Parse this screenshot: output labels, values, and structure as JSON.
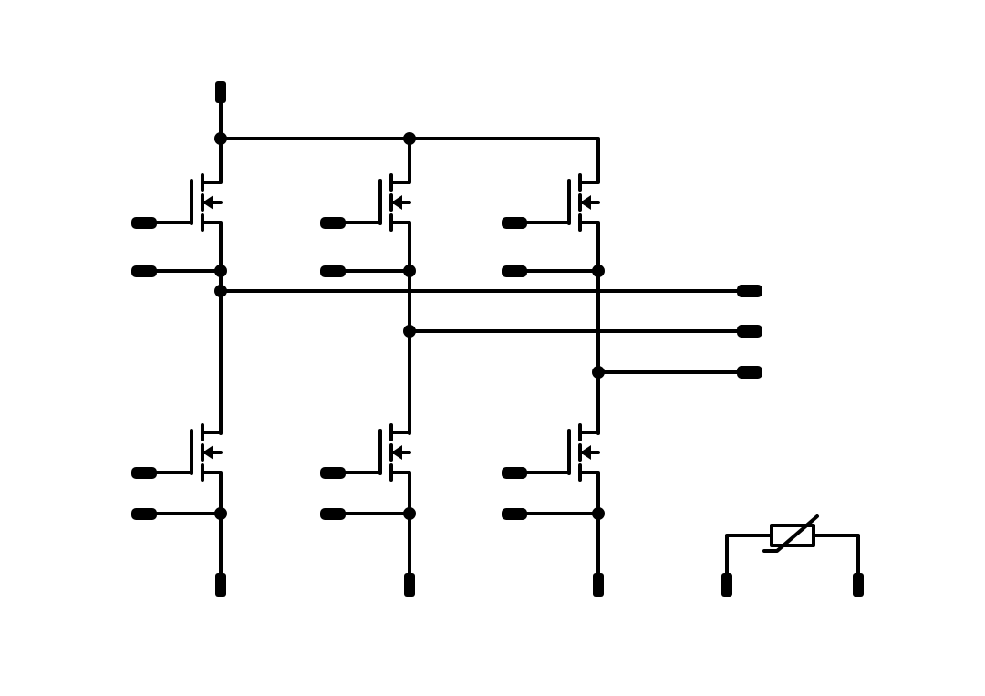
{
  "diagram": {
    "type": "circuit-schematic",
    "colors": {
      "background": "#ffffff",
      "line": "#000000"
    },
    "legs": [
      {
        "id": "phase-1"
      },
      {
        "id": "phase-2"
      },
      {
        "id": "phase-3"
      }
    ],
    "components": {
      "high_side_mosfets": 3,
      "low_side_mosfets": 3,
      "thermistors": 1
    }
  }
}
